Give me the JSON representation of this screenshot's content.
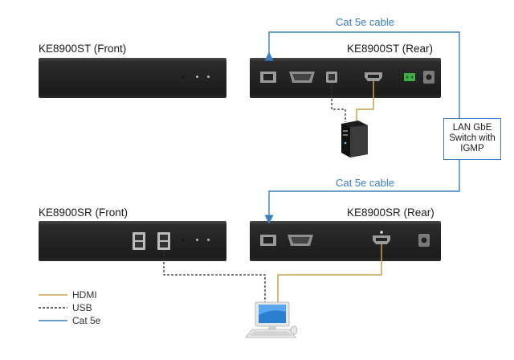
{
  "cable_top": "Cat 5e cable",
  "cable_mid": "Cat 5e cable",
  "transmitter": {
    "front_label": "KE8900ST (Front)",
    "rear_label": "KE8900ST (Rear)"
  },
  "receiver": {
    "front_label": "KE8900SR (Front)",
    "rear_label": "KE8900SR (Rear)"
  },
  "switch": {
    "line1": "LAN GbE",
    "line2": "Switch with",
    "line3": "IGMP"
  },
  "legend": [
    {
      "label": "HDMI",
      "color": "#c8a24a",
      "style": "solid"
    },
    {
      "label": "USB",
      "color": "#333333",
      "style": "dashed"
    },
    {
      "label": "Cat 5e",
      "color": "#3a7fc0",
      "style": "solid"
    }
  ],
  "colors": {
    "cat5e": "#3a7fc0",
    "hdmi": "#c8a24a",
    "usb": "#333333",
    "panel": "#232323"
  },
  "icons": [
    "computer-tower-icon",
    "desktop-computer-icon",
    "rj45-port-icon",
    "serial-port-icon",
    "usb-b-port-icon",
    "hdmi-port-icon",
    "terminal-block-icon",
    "power-jack-icon",
    "usb-a-port-icon"
  ]
}
